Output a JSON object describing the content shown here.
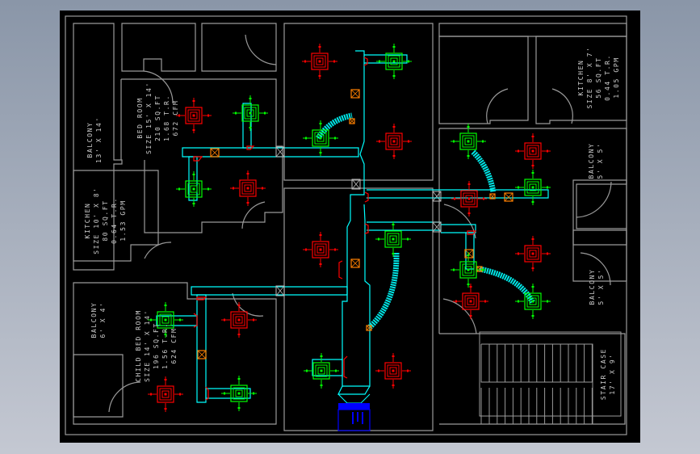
{
  "drawing": {
    "title": "HVAC Duct Layout Floor Plan",
    "colors": {
      "background": "#000000",
      "walls": "#9a9a9a",
      "duct": "#00ffff",
      "supply_diffuser": "#00ff00",
      "return_grille": "#ff0000",
      "volume_damper": "#ff8000",
      "ahu": "#0000ff"
    }
  },
  "rooms": {
    "balcony_nw": {
      "name": "BALCONY",
      "size": "13' X 14'"
    },
    "bedroom": {
      "name": "BED ROOM",
      "size": "SIZE 15' X 14'",
      "area": "210 SQ.FT",
      "tonnage": "1.68 T.R.",
      "airflow": "672 CFM"
    },
    "kitchen_w": {
      "name": "KITCHEN",
      "size": "SIZE 10' X 8'",
      "area": "80 SQ.FT",
      "tonnage": "0.64 T.R.",
      "airflow": "1.53 GPM"
    },
    "balcony_sw": {
      "name": "BALCONY",
      "size": "6' X 4'"
    },
    "child_bedroom": {
      "name": "CHILD BED ROOM",
      "size": "SIZE 14' X 14'",
      "area": "196 SQ.FT",
      "tonnage": "1.56 T.R.",
      "airflow": "624 CFM"
    },
    "kitchen_e": {
      "name": "KITCHEN",
      "size": "SIZE 8' X 7'",
      "area": "56 SQ.FT",
      "tonnage": "0.44 T.R.",
      "airflow": "1.05 GPM"
    },
    "balcony_e1": {
      "name": "BALCONY",
      "size": "5' X 5'"
    },
    "balcony_e2": {
      "name": "BALCONY",
      "size": "5' X 5'"
    },
    "staircase": {
      "name": "STAIR CASE",
      "size": "17' X 9'"
    }
  },
  "legend_symbols": [
    "supply-diffuser",
    "return-grille",
    "volume-damper",
    "fire-damper",
    "air-handling-unit"
  ]
}
